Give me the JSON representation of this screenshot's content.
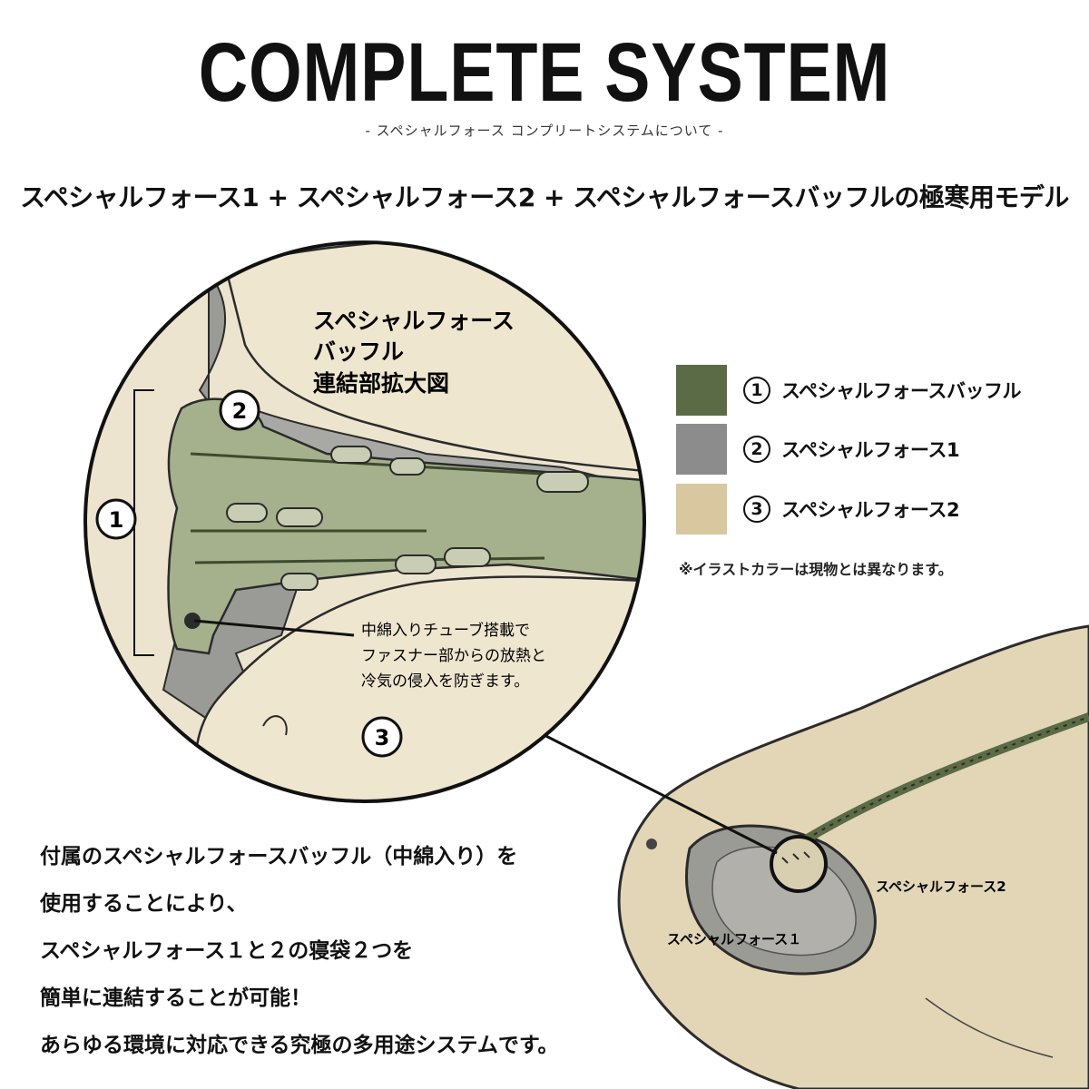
{
  "header": {
    "title": "COMPLETE SYSTEM",
    "subtitle": "- スペシャルフォース コンプリートシステムについて -",
    "headline": "スペシャルフォース1 + スペシャルフォース2 + スペシャルフォースバッフルの極寒用モデル"
  },
  "zoom": {
    "caption_lines": [
      "スペシャルフォース",
      "バッフル",
      "連結部拡大図"
    ],
    "markers": [
      "1",
      "2",
      "3"
    ],
    "callout_lines": [
      "中綿入りチューブ搭載で",
      "ファスナー部からの放熱と",
      "冷気の侵入を防ぎます。"
    ]
  },
  "legend": {
    "items": [
      {
        "number": "1",
        "label": "スペシャルフォースバッフル",
        "color": "#5a6b45"
      },
      {
        "number": "2",
        "label": "スペシャルフォース1",
        "color": "#8c8c8c"
      },
      {
        "number": "3",
        "label": "スペシャルフォース2",
        "color": "#d9c7a0"
      }
    ],
    "note": "※イラストカラーは現物とは異なります。"
  },
  "bag": {
    "label_sf2": "スペシャルフォース2",
    "label_sf1": "スペシャルフォース１"
  },
  "description": {
    "lines": [
      "付属のスペシャルフォースバッフル（中綿入り）を",
      "使用することにより、",
      "スペシャルフォース１と２の寝袋２つを",
      "簡単に連結することが可能！",
      "あらゆる環境に対応できる究極の多用途システムです。"
    ]
  }
}
